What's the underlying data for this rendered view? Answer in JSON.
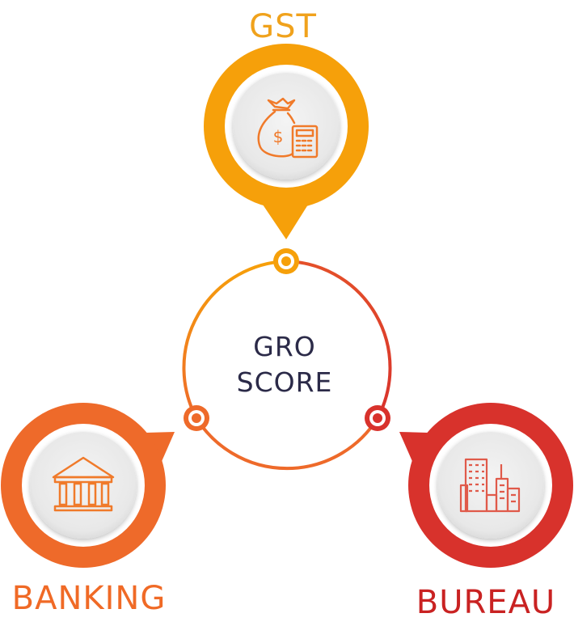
{
  "center": {
    "line1": "GRO",
    "line2": "SCORE"
  },
  "nodes": {
    "gst": {
      "label": "GST",
      "icon": "money-bag-calculator-icon",
      "color": "#f6a00a",
      "label_color": "#f0a21c"
    },
    "banking": {
      "label": "BANKING",
      "icon": "bank-building-icon",
      "color": "#ee6a2a",
      "label_color": "#f06a26"
    },
    "bureau": {
      "label": "BUREAU",
      "icon": "city-buildings-icon",
      "color": "#d8322c",
      "label_color": "#c92222"
    }
  }
}
